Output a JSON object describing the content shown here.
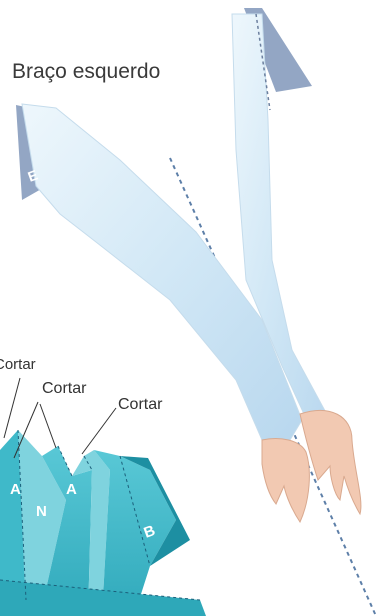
{
  "title": "Braço esquerdo",
  "cut_labels": [
    "Cortar",
    "Cortar",
    "Cortar"
  ],
  "tab_letters": {
    "arm_tab": "E",
    "piece_a_left": "A",
    "piece_n": "N",
    "piece_a_right": "A",
    "piece_b": "B"
  },
  "colors": {
    "sleeve": "#d9ecf7",
    "tab": "#93a6c4",
    "bodice": "#3fb9c9",
    "bodice_dark": "#1d8fa2",
    "skin": "#f2c9b2",
    "fold_line": "#5d7fa8"
  }
}
